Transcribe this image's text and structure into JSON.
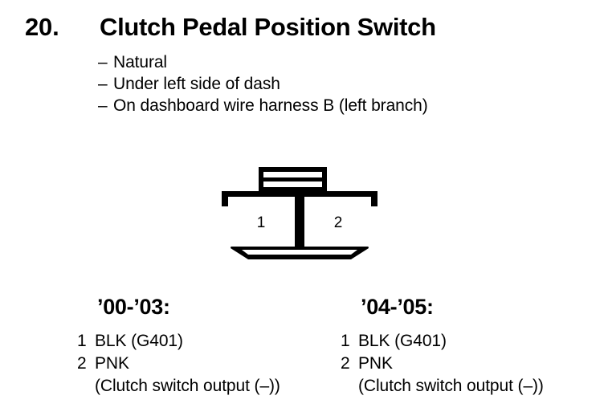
{
  "header": {
    "item_number": "20.",
    "title": "Clutch Pedal Position Switch"
  },
  "description": {
    "dash": "–",
    "items": [
      {
        "text": "Natural"
      },
      {
        "text": "Under left side of dash"
      },
      {
        "text": "On dashboard wire harness B (left branch)"
      }
    ]
  },
  "connector": {
    "name": "2-pin connector",
    "cavities": [
      {
        "label": "1"
      },
      {
        "label": "2"
      }
    ],
    "line_color": "#000000",
    "fill_color": "#ffffff"
  },
  "pin_tables": [
    {
      "year_range": "’00-’03:",
      "rows": [
        {
          "pin": "1",
          "wire": "BLK (G401)"
        },
        {
          "pin": "2",
          "wire": "PNK"
        }
      ],
      "note": "(Clutch switch output (–))"
    },
    {
      "year_range": "’04-’05:",
      "rows": [
        {
          "pin": "1",
          "wire": "BLK (G401)"
        },
        {
          "pin": "2",
          "wire": "PNK"
        }
      ],
      "note": "(Clutch switch output (–))"
    }
  ]
}
